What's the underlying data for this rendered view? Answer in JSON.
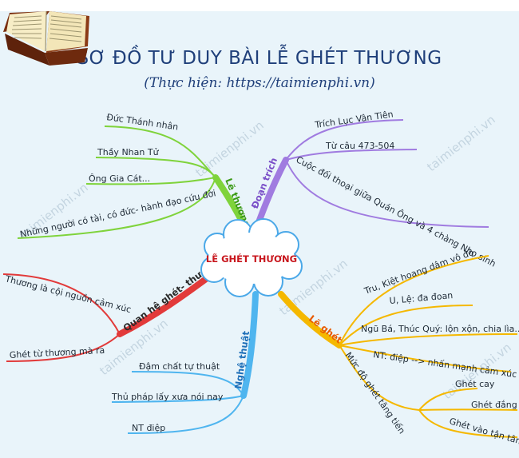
{
  "header": {
    "title": "SƠ ĐỒ TƯ DUY BÀI LỄ GHÉT THƯƠNG",
    "subtitle": "(Thực hiện: https://taimienphi.vn)"
  },
  "watermark": "taimienphi.vn",
  "colors": {
    "background": "#e9f4fa",
    "title": "#1f3f7a",
    "le_thuong": "#7fd33b",
    "doan_trich": "#a07be0",
    "le_ghet": "#f5b800",
    "nghe_thuat": "#4fb5ef",
    "quan_he": "#e23a3a"
  },
  "center": {
    "label": "LẼ GHÉT THƯƠNG"
  },
  "branches": {
    "le_thuong": {
      "label": "Lẽ thương",
      "items": [
        "Đức Thánh nhân",
        "Thầy Nhan Tử",
        "Ông Gia Cát...",
        "Những người có tài, có đức- hành đạo cứu đời"
      ]
    },
    "doan_trich": {
      "label": "Đoạn trích",
      "items": [
        "Trích Lục Vân Tiên",
        "Từ câu 473-504",
        "Cuộc đối thoại giữa Quán Ông và 4 chàng Nho sinh"
      ]
    },
    "le_ghet": {
      "label": "Lẽ ghét",
      "items": [
        "Tru, Kiệt hoang dâm vô độ",
        "U, Lệ: đa đoan",
        "Ngũ Bá, Thúc Quý: lộn xộn, chia lìa...",
        "NT: điệp --> nhấn mạnh cảm xúc",
        "Mức độ ghét tăng tiến"
      ],
      "sub_items": [
        "Ghét cay",
        "Ghét đắng",
        "Ghét vào tận tâm"
      ]
    },
    "nghe_thuat": {
      "label": "Nghệ thuật",
      "items": [
        "Đậm chất tự thuật",
        "Thủ pháp lấy xưa nói nay",
        "NT điệp"
      ]
    },
    "quan_he": {
      "label": "Quan hệ ghét- thương",
      "items": [
        "Thương là cội nguồn cảm xúc",
        "Ghét từ thương mà ra"
      ]
    }
  }
}
